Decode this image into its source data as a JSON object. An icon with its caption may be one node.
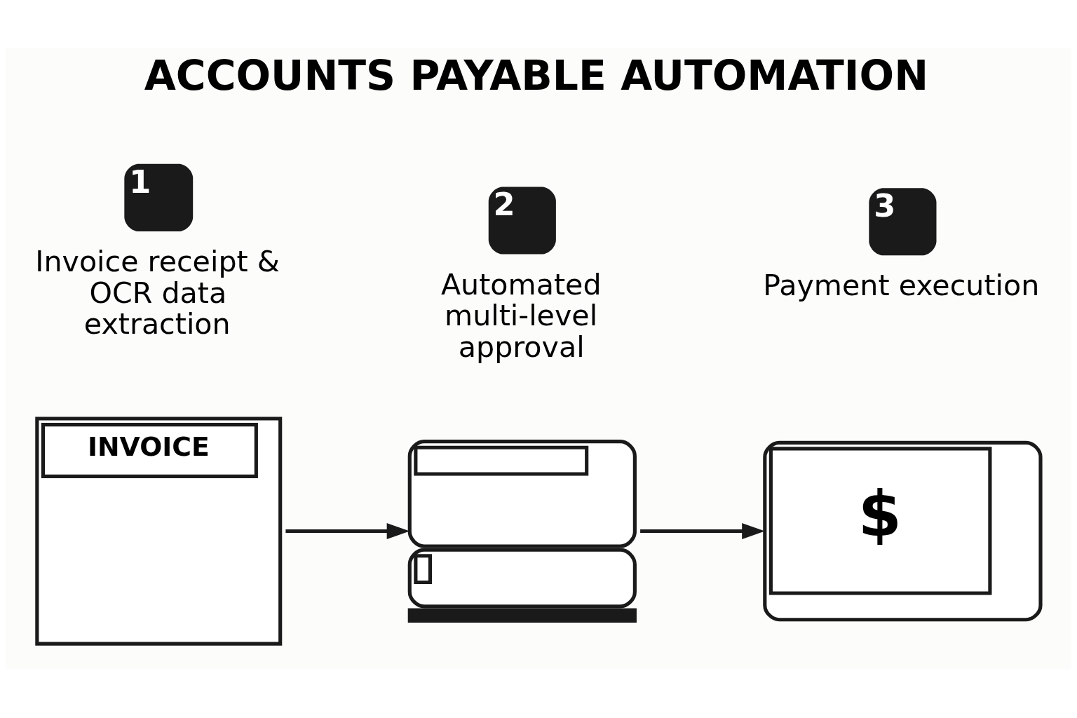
{
  "diagram": {
    "title": "ACCOUNTS PAYABLE AUTOMATION",
    "nodes": [
      {
        "text": [
          "1",
          "Invoice receipt & OCR data extraction",
          "INVOICE"
        ]
      },
      {
        "text": [
          "2",
          "Automated multi-level approval"
        ]
      },
      {
        "text": [
          "3",
          "Payment execution",
          "$"
        ]
      }
    ],
    "edges": [
      {
        "from": 0,
        "to": 1,
        "arrow": "to"
      },
      {
        "from": 1,
        "to": 2,
        "arrow": "to"
      }
    ]
  }
}
